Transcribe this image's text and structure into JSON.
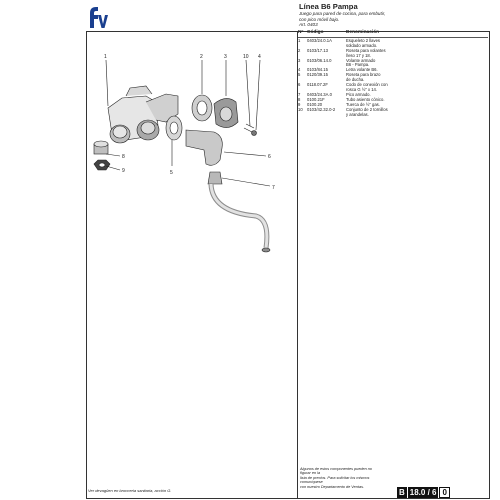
{
  "brand": {
    "logo_text": "fv"
  },
  "header": {
    "title": "Línea B6 Pampa",
    "subtitle_lines": [
      "Juego para pared de cocina, para embutir,",
      "con pico móvil bajo.",
      "Art. 0403"
    ]
  },
  "parts_table": {
    "headers": {
      "num": "N°",
      "code": "Código",
      "desc": "Denominación"
    },
    "rows": [
      {
        "num": "1",
        "code": "0403/24.0.1A",
        "desc": [
          "Esqueleto 2 llaves",
          "soldado armado."
        ]
      },
      {
        "num": "2",
        "code": "0103/17.13",
        "desc": [
          "Roseta para volantes",
          "l/eso 17 y 18."
        ]
      },
      {
        "num": "3",
        "code": "0103/06.14.0",
        "desc": [
          "Volante armado",
          "B6 - Pampa."
        ]
      },
      {
        "num": "4",
        "code": "0103/84.15",
        "desc": [
          "Letra volante B6."
        ]
      },
      {
        "num": "5",
        "code": "0120/39.15",
        "desc": [
          "Roseta para brazo",
          "de ducha."
        ]
      },
      {
        "num": "6",
        "code": "0118.07.2F",
        "desc": [
          "Codo de conexión con",
          "rosca G ½\" x 14."
        ]
      },
      {
        "num": "7",
        "code": "0403/24.3A.0",
        "desc": [
          "Pico armado."
        ]
      },
      {
        "num": "8",
        "code": "0100.21F",
        "desc": [
          "Tubo asiento cónico."
        ]
      },
      {
        "num": "9",
        "code": "0100.20",
        "desc": [
          "Tuerca de ½\" gas."
        ]
      },
      {
        "num": "10",
        "code": "0103/42.32.0-2",
        "desc": [
          "Conjunto de 2 tornillos",
          "y arandelas."
        ]
      }
    ]
  },
  "callouts": [
    "1",
    "2",
    "3",
    "10",
    "4",
    "8",
    "9",
    "5",
    "6",
    "7"
  ],
  "note_lines": [
    "Algunos de estos componentes pueden no figurar en la",
    "lista de precios. Para solicitar los mismos comuníquese",
    "con nuestro Departamento de Ventas."
  ],
  "footnote": "Ver devagüen en bronceria sanitaria, acción G.",
  "sheet": {
    "letter": "B",
    "section": "18.0 / 6",
    "revision": "0"
  },
  "colors": {
    "brand": "#1a3f8f",
    "ink": "#222222"
  }
}
